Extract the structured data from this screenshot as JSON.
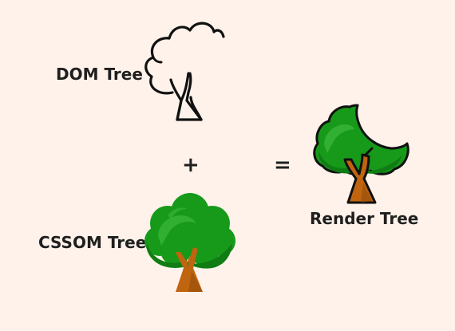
{
  "diagram": {
    "dom": {
      "label": "DOM Tree",
      "icon": "tree-outline-icon"
    },
    "cssom": {
      "label": "CSSOM Tree",
      "icon": "tree-filled-icon"
    },
    "render": {
      "label": "Render Tree",
      "icon": "tree-partial-filled-icon"
    },
    "operators": {
      "plus": "+",
      "equals": "="
    }
  },
  "colors": {
    "background": "#fff2ea",
    "foliage": "#17991a",
    "foliage_dark": "#0f7d13",
    "foliage_highlight": "#3cb83c",
    "trunk": "#c06410",
    "trunk_dark": "#8e4a0b",
    "outline": "#111111"
  }
}
